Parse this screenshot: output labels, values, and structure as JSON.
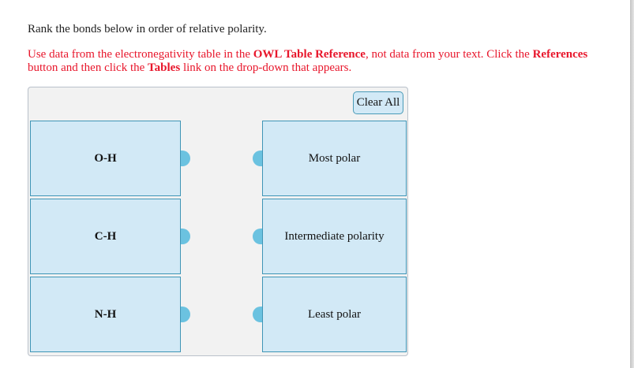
{
  "question": {
    "prompt": "Rank the bonds below in order of relative polarity.",
    "instructions": {
      "part1": "Use data from the electronegativity table in the ",
      "bold1": "OWL Table Reference",
      "part2": ", not data from your text. Click the ",
      "bold2": "References",
      "part3": " button and then click the ",
      "bold3": "Tables",
      "part4": " link on the drop-down that appears."
    }
  },
  "ranking_panel": {
    "clear_all_label": "Clear All",
    "draggable_items": [
      {
        "label": "O-H"
      },
      {
        "label": "C-H"
      },
      {
        "label": "N-H"
      }
    ],
    "target_slots": [
      {
        "label": "Most polar"
      },
      {
        "label": "Intermediate polarity"
      },
      {
        "label": "Least polar"
      }
    ]
  },
  "colors": {
    "instruction_text": "#e8162b",
    "box_fill": "#d2e9f6",
    "box_border": "#3f95b6",
    "connector": "#6bc2e0",
    "panel_bg": "#f2f2f2"
  }
}
